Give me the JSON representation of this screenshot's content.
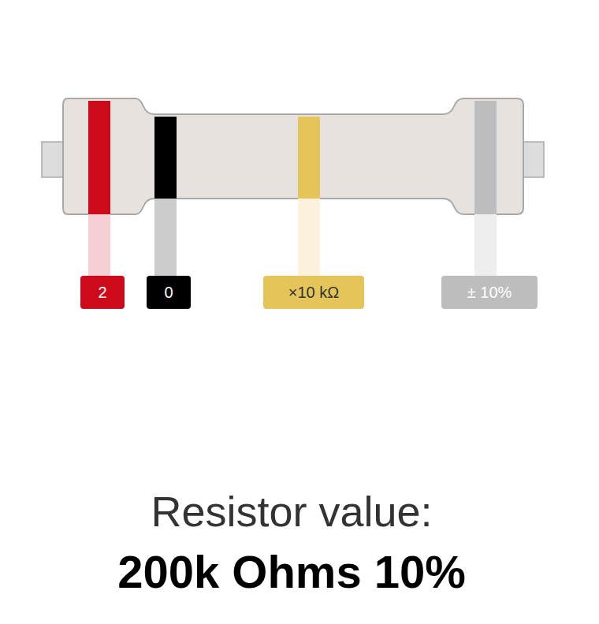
{
  "diagram": {
    "nodes": [
      {
        "text": [
          "2"
        ]
      },
      {
        "text": [
          "0"
        ]
      },
      {
        "text": [
          "×10 kΩ"
        ]
      },
      {
        "text": [
          "± 10%"
        ]
      }
    ],
    "labels": [
      "Resistor value:",
      "200k Ohms 10%"
    ]
  }
}
